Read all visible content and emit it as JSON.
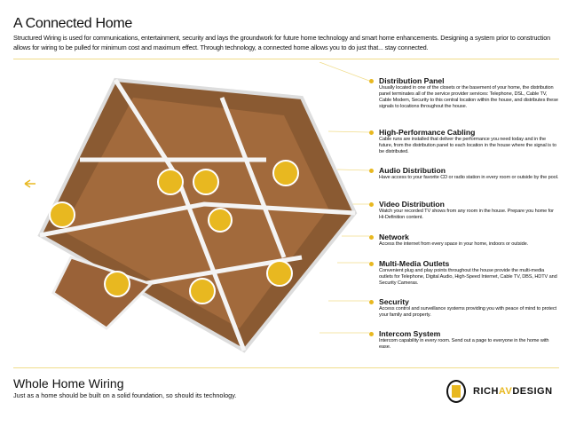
{
  "header": {
    "title": "A Connected Home",
    "intro": "Structured Wiring is used for communications, entertainment, security and lays the groundwork for future home technology and smart home enhancements. Designing a system prior to construction allows for wiring to be pulled for minimum cost and maximum effect. Through technology, a connected home allows you to do just that... stay connected."
  },
  "features": [
    {
      "title": "Distribution Panel",
      "text": "Usually located in one of the closets or the basement of your home, the distribution panel terminates all of the service provider services: Telephone, DSL, Cable TV, Cable Modem, Security to this central location within the house, and distributes these signals to locations throughout the house."
    },
    {
      "title": "High-Performance Cabling",
      "text": "Cable runs are installed that deliver the performance you need today and in the future, from the distribution panel to each location in the house where the signal is to be distributed."
    },
    {
      "title": "Audio Distribution",
      "text": "Have access to your favorite CD or radio station in every room or outside by the pool."
    },
    {
      "title": "Video Distribution",
      "text": "Watch your recorded TV shows from any room in the house. Prepare you home for Hi-Definition content."
    },
    {
      "title": "Network",
      "text": "Access the internet from every space in your home, indoors or outside."
    },
    {
      "title": "Multi-Media Outlets",
      "text": "Convenient plug and play points throughout the house provide the multi-media outlets for Telephone, Digital Audio, High-Speed Internet, Cable TV, DBS, HDTV and Security Cameras."
    },
    {
      "title": "Security",
      "text": "Access control and surveillance systems providing you with peace of mind to protect your family and property."
    },
    {
      "title": "Intercom System",
      "text": "Intercom capability in every room. Send out a page to everyone in the home with ease."
    }
  ],
  "footer": {
    "title": "Whole Home Wiring",
    "tagline": "Just as a home should be built on a solid foundation, so should its technology."
  },
  "logo": {
    "rich": "RICH",
    "av": "AV",
    "design": "DESIGN"
  },
  "colors": {
    "accent": "#e8b820",
    "floor": "#8a5a32",
    "wall": "#f2f2f2"
  }
}
